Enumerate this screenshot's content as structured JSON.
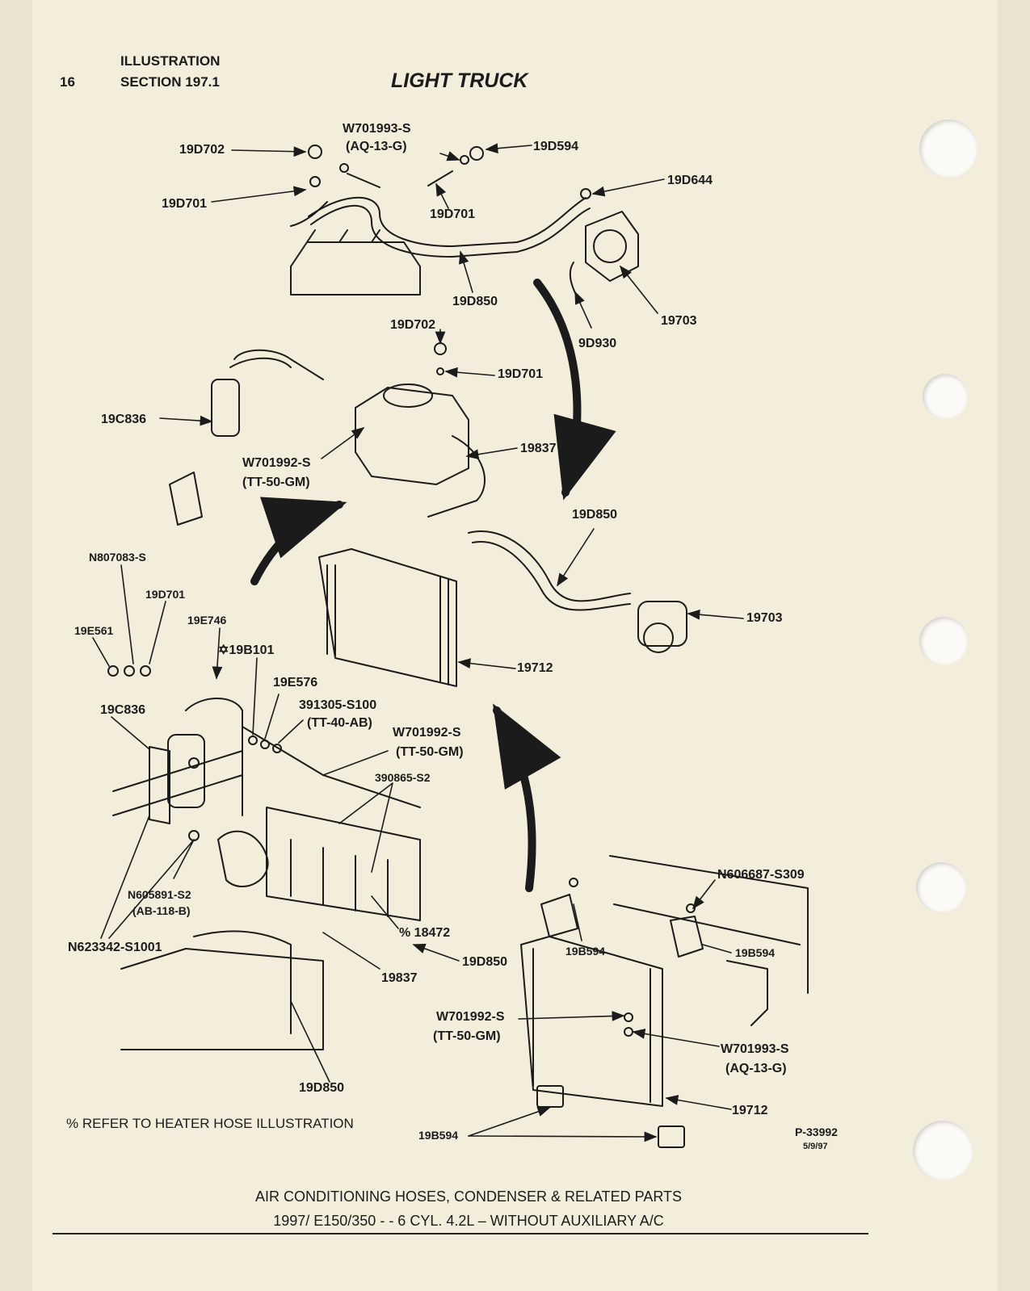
{
  "header": {
    "page_number": "16",
    "illustration": "ILLUSTRATION",
    "section": "SECTION 197.1",
    "title": "LIGHT TRUCK"
  },
  "labels": {
    "top": {
      "l_19d702": "19D702",
      "l_w701993_a": "W701993-S",
      "l_w701993_b": "(AQ-13-G)",
      "l_19d594": "19D594",
      "l_19d644": "19D644",
      "l_19d701_left": "19D701",
      "l_19d701_mid": "19D701",
      "l_19d850": "19D850",
      "l_19703": "19703",
      "l_9d930": "9D930"
    },
    "middle": {
      "l_19d702": "19D702",
      "l_19d701": "19D701",
      "l_19c836": "19C836",
      "l_19837": "19837",
      "l_w701992_a": "W701992-S",
      "l_w701992_b": "(TT-50-GM)",
      "l_19d850": "19D850",
      "l_19703": "19703",
      "l_19712": "19712"
    },
    "lower_left": {
      "l_n807083": "N807083-S",
      "l_19d701": "19D701",
      "l_19e746": "19E746",
      "l_19e561": "19E561",
      "l_19b101": "✡19B101",
      "l_19e576": "19E576",
      "l_391305_a": "391305-S100",
      "l_391305_b": "(TT-40-AB)",
      "l_19c836": "19C836",
      "l_w701992_a": "W701992-S",
      "l_w701992_b": "(TT-50-GM)",
      "l_390865": "390865-S2",
      "l_n605891_a": "N605891-S2",
      "l_n605891_b": "(AB-118-B)",
      "l_n623342": "N623342-S1001",
      "l_18472": "% 18472",
      "l_19d850_a": "19D850",
      "l_19837": "19837",
      "l_19d850_b": "19D850"
    },
    "lower_right": {
      "l_n606687": "N606687-S309",
      "l_19b594_a": "19B594",
      "l_19b594_b": "19B594",
      "l_w701992_a": "W701992-S",
      "l_w701992_b": "(TT-50-GM)",
      "l_w701993_a": "W701993-S",
      "l_w701993_b": "(AQ-13-G)",
      "l_19712": "19712",
      "l_19b594_c": "19B594"
    }
  },
  "footnote": "% REFER TO HEATER HOSE ILLUSTRATION",
  "ref": {
    "number": "P-33992",
    "date": "5/9/97"
  },
  "caption": {
    "line1": "AIR CONDITIONING HOSES, CONDENSER & RELATED PARTS",
    "line2": "1997/ E150/350 - - 6 CYL. 4.2L – WITHOUT AUXILIARY A/C"
  }
}
